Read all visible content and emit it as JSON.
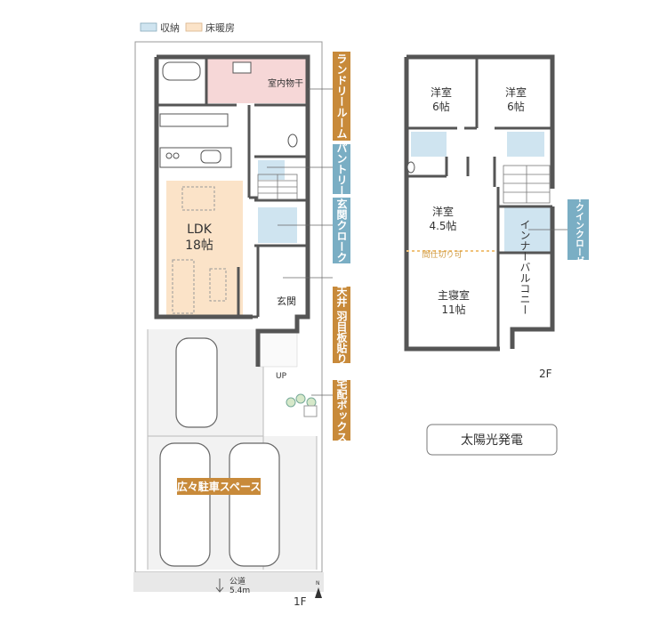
{
  "legend": {
    "storage": "収納",
    "floor_heating": "床暖房"
  },
  "colors": {
    "storage": "#cfe4f0",
    "floor_heating": "#fbe3c8",
    "laundry": "#f6d7d7",
    "tag_orange": "#c88a3a",
    "tag_blue": "#7aaec4",
    "wall": "#555555"
  },
  "floor1": {
    "label": "1F",
    "rooms": {
      "ldk": "LDK",
      "ldk_size": "18帖",
      "indoor_drying": "室内物干",
      "entrance": "玄関",
      "up": "UP"
    },
    "road": "公道",
    "road_width": "5.4m",
    "tags": {
      "laundry_room": "ランドリールーム",
      "pantry": "パントリー",
      "entrance_cloak": "玄関クローク",
      "ceiling": "天井 羽目板貼り",
      "delivery_box": "宅配ボックス",
      "parking": "広々駐車スペース"
    }
  },
  "floor2": {
    "label": "2F",
    "rooms": {
      "western1": "洋室",
      "western1_size": "6帖",
      "western2": "洋室",
      "western2_size": "6帖",
      "western3": "洋室",
      "western3_size": "4.5帖",
      "partition": "間仕切り可",
      "master": "主寝室",
      "master_size": "11帖",
      "inner_balcony": "インナーバルコニー"
    },
    "tags": {
      "walk_in_closet": "ウォークインクローゼット"
    }
  },
  "solar_button": "太陽光発電",
  "north_mark": "N"
}
